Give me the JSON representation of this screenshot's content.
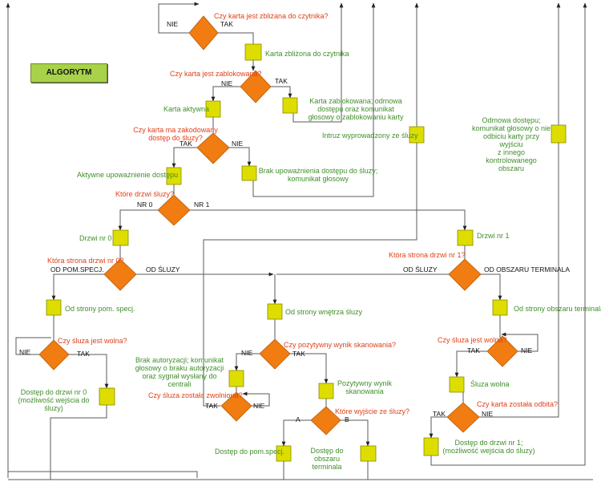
{
  "title": "ALGORYTM",
  "colors": {
    "decision": "#f07c12",
    "process": "#dddd00",
    "question_text": "#e0401a",
    "label_text": "#3f8f2a",
    "line": "#5a5a5a"
  },
  "questions": {
    "q1": "Czy karta jest zbliżana do czytnika?",
    "q2": "Czy karta jest zablokowana?",
    "q3": "Czy karta ma zakodowany\ndostęp do śluzy?",
    "q4": "Które drzwi śluzy?",
    "q5": "Która strona drzwi nr 0?",
    "q6": "Która strona drzwi nr 1?",
    "q7": "Czy śluza jest wolna?",
    "q8": "Czy pozytywny wynik skanowania?",
    "q9": "Czy śluza została zwolniona?",
    "q10": "Które wyjście ze śluzy?",
    "q11": "Czy śluza jest wolna?",
    "q12": "Czy karta została odbita?"
  },
  "steps": {
    "s1": "Karta zbliżona do czytnika",
    "s2": "Karta aktywna",
    "s3": "Karta zablokowana; odmowa\ndostępu oraz komunikat\ngłosowy o zablokowaniu karty",
    "s4": "Aktywne upoważnienie dostępu",
    "s5": "Brak upoważnienia dostępu do śluzy;\nkomunikat głosowy",
    "s6": "Intruz wyprowadzony ze śluzy",
    "s7": "Odmowa dostępu;\nkomunikat głosowy o nie\nodbiciu karty przy wyjściu\nz innego kontrolowanego\nobszaru",
    "s8": "Drzwi nr 0",
    "s9": "Drzwi nr 1",
    "s10": "Od strony pom. specj.",
    "s11": "Od strony wnętrza śluzy",
    "s12": "Od strony obszaru terminala",
    "s13": "Brak autoryzacji; komunikat\ngłosowy o braku autoryzacji\noraz sygnał wysłany do\ncentrali",
    "s14": "Pozytywny wynik\nskanowania",
    "s15": "Dostęp do drzwi nr 0\n(możliwość wejścia do śluzy)",
    "s16": "Dostęp do pom.specj.",
    "s17": "Dostęp do obszaru\nterminala",
    "s18": "Śluza wolna",
    "s19": "Dostęp do drzwi nr 1;\n(możliwość wejścia do śluzy)"
  },
  "branches": {
    "nie": "NIE",
    "tak": "TAK",
    "nr0": "NR 0",
    "nr1": "NR 1",
    "od_pom": "OD POM.SPECJ.",
    "od_sluzy_a": "OD ŚLUZY",
    "od_sluzy_b": "OD ŚLUZY",
    "od_obszaru": "OD OBSZARU TERMINALA",
    "a": "A",
    "b": "B"
  }
}
